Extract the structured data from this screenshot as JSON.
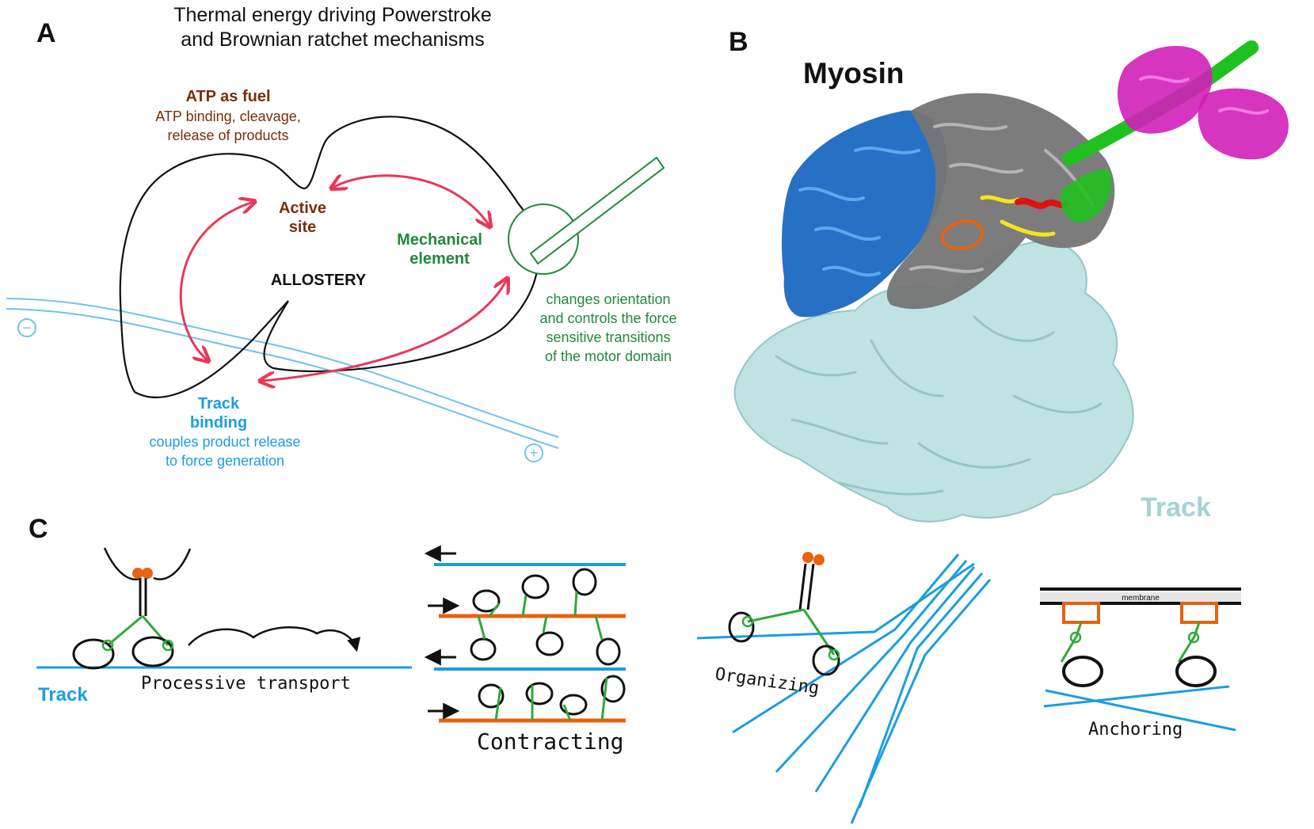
{
  "panels": {
    "a": "A",
    "b": "B",
    "c": "C"
  },
  "panel_a": {
    "title_line1": "Thermal energy driving Powerstroke",
    "title_line2": "and Brownian ratchet mechanisms",
    "atp_title": "ATP as fuel",
    "atp_line1": "ATP binding, cleavage,",
    "atp_line2": "release of products",
    "active_line1": "Active",
    "active_line2": "site",
    "mech_line1": "Mechanical",
    "mech_line2": "element",
    "allostery": "ALLOSTERY",
    "mech_desc1": "changes orientation",
    "mech_desc2": "and controls the force",
    "mech_desc3": "sensitive transitions",
    "mech_desc4": "of the motor domain",
    "track_line1": "Track",
    "track_line2": "binding",
    "track_desc1": "couples product release",
    "track_desc2": "to force generation",
    "minus_sign": "−",
    "plus_sign": "+"
  },
  "panel_b": {
    "myosin_label": "Myosin",
    "track_label": "Track"
  },
  "panel_c": {
    "track_label": "Track",
    "processive": "Processive transport",
    "contracting": "Contracting",
    "organizing": "Organizing",
    "membrane": "membrane",
    "anchoring": "Anchoring"
  },
  "colors": {
    "arrow_red": "#e8385a",
    "brown": "#7a2e0a",
    "green": "#1f8a3a",
    "track_blue": "#1a9ee0",
    "surface": "#bfe2e3",
    "myosin_blue": "#1565c0",
    "myosin_grey": "#6b6b6b",
    "magenta": "#d11fb8",
    "orange": "#e8620f"
  }
}
